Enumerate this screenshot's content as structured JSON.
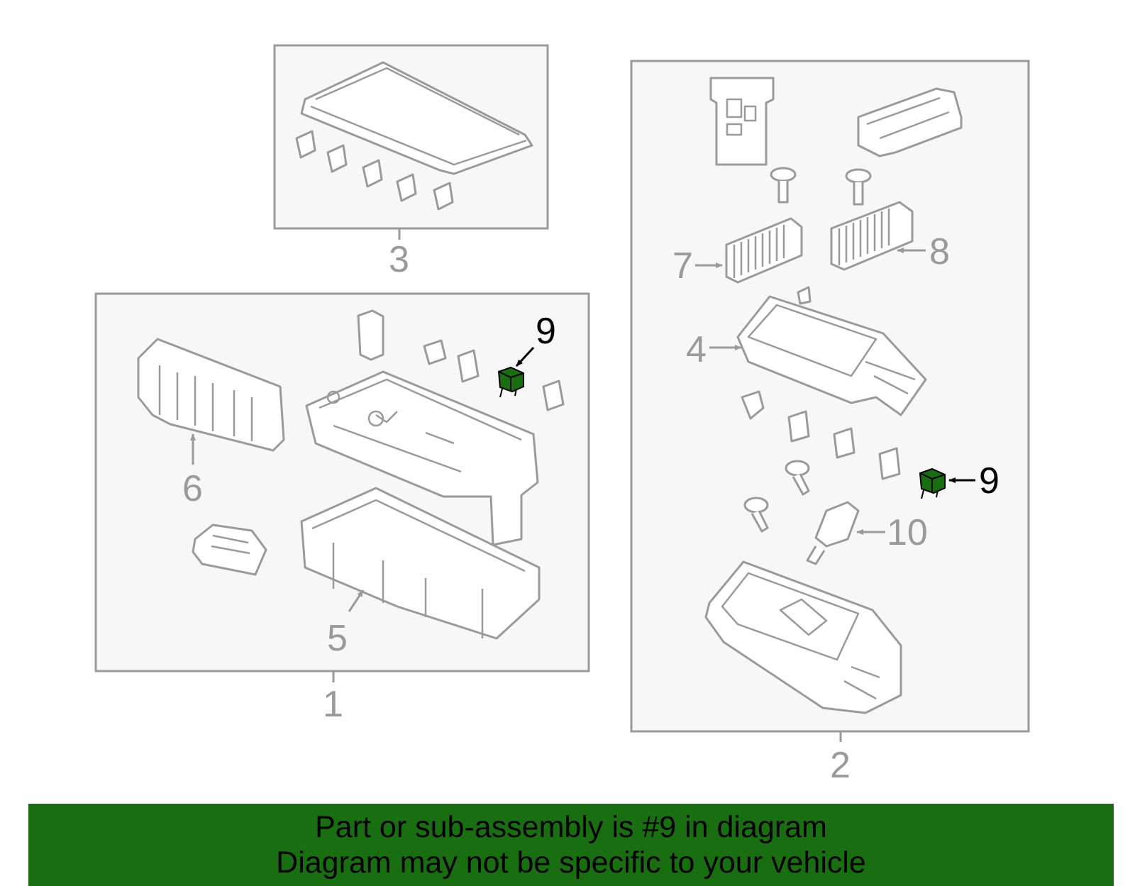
{
  "callouts": {
    "c1": "1",
    "c2": "2",
    "c3": "3",
    "c4": "4",
    "c5": "5",
    "c6": "6",
    "c7": "7",
    "c8": "8",
    "c9a": "9",
    "c9b": "9",
    "c10": "10"
  },
  "highlight_color": "#1a6e12",
  "banner": {
    "line1": "Part or sub-assembly is #9 in diagram",
    "line2": "Diagram may not be specific to your vehicle"
  }
}
